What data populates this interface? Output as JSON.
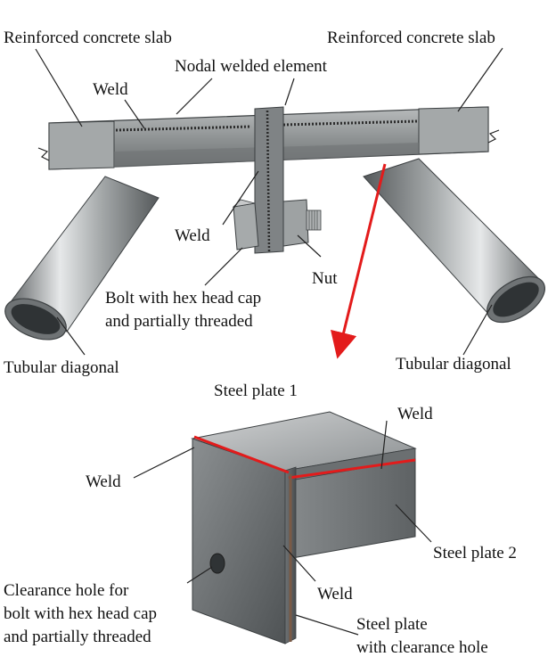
{
  "labels": {
    "slab_left": "Reinforced concrete slab",
    "slab_right": "Reinforced concrete slab",
    "nodal": "Nodal welded element",
    "weld_top": "Weld",
    "weld_mid": "Weld",
    "nut": "Nut",
    "bolt_line1": "Bolt with hex head cap",
    "bolt_line2": "and partially threaded",
    "tube_left": "Tubular diagonal",
    "tube_right": "Tubular diagonal",
    "plate1": "Steel plate 1",
    "weld_right": "Weld",
    "weld_left": "Weld",
    "plate2": "Steel plate 2",
    "weld_bottom": "Weld",
    "hole_line1": "Clearance hole for",
    "hole_line2": "bolt with hex head cap",
    "hole_line3": "and partially threaded",
    "plate_hole_line1": "Steel plate",
    "plate_hole_line2": "with clearance hole"
  },
  "colors": {
    "weld_highlight": "#e31b1b",
    "arrow": "#e31b1b",
    "steel": "#8e9294"
  }
}
